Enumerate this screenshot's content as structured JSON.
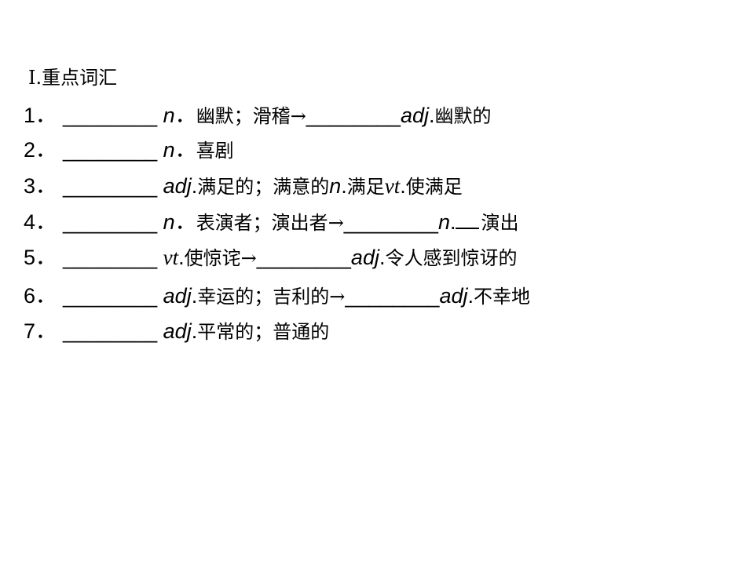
{
  "heading": "Ⅰ.重点词汇",
  "items": [
    {
      "num": "1．",
      "blank": "________",
      "pos1": "n",
      "pos1_punct": "．",
      "meaning1": "幽默；滑稽",
      "arrow": "→",
      "blank2": "________",
      "pos2": "adj",
      "pos2_punct": ".",
      "meaning2": "幽默的"
    },
    {
      "num": "2．",
      "blank": "________",
      "pos1": "n",
      "pos1_punct": "．",
      "meaning1": "喜剧"
    },
    {
      "num": "3．",
      "blank": "________",
      "pos1": "adj",
      "pos1_punct": ".",
      "meaning1": "满足的；满意的",
      "pos2": "n",
      "pos2_punct": ".",
      "meaning2": "满足",
      "pos3": "vt",
      "pos3_punct": ".",
      "meaning3": "使满足"
    },
    {
      "num": "4．",
      "blank": "________",
      "pos1": "n",
      "pos1_punct": "．",
      "meaning1": "表演者；演出者",
      "arrow": "→",
      "blank2": "________",
      "pos2": "n",
      "pos2_punct": ".",
      "meaning2": "演出"
    },
    {
      "num": "5．",
      "blank": "________",
      "pos1": "vt",
      "pos1_punct": ".",
      "meaning1": "使惊诧",
      "arrow": "→",
      "blank2": "________",
      "pos2": "adj",
      "pos2_punct": ".",
      "meaning2": "令人感到惊讶的"
    },
    {
      "num": "6．",
      "blank": "________",
      "pos1": "adj",
      "pos1_punct": ".",
      "meaning1": "幸运的；吉利的",
      "arrow": "→",
      "blank2": "________",
      "pos2": "adj",
      "pos2_punct": ".",
      "meaning2": "不幸地"
    },
    {
      "num": "7．",
      "blank": "________",
      "pos1": "adj",
      "pos1_punct": ".",
      "meaning1": "平常的；普通的"
    }
  ]
}
